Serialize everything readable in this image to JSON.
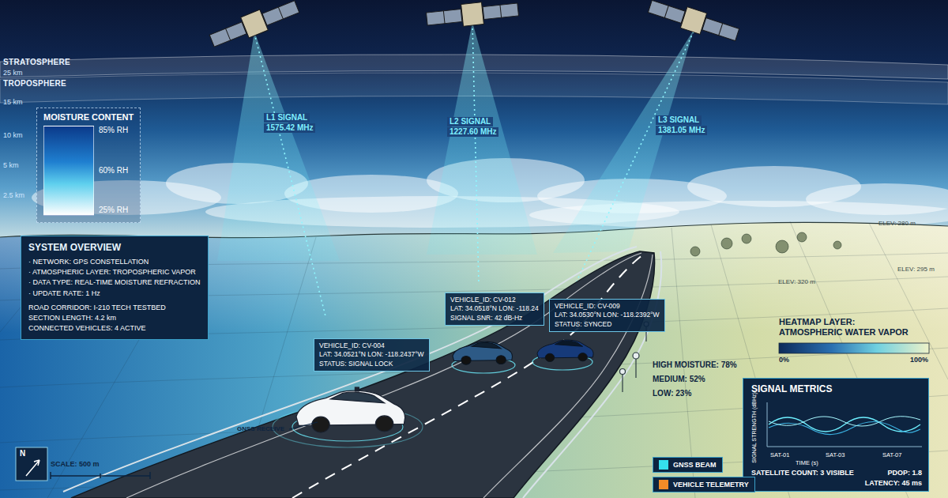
{
  "diagram": {
    "nodes": [
      {
        "text": [
          "MOISTURE CONTENT",
          "85% RH",
          "60% RH",
          "25% RH"
        ]
      },
      {
        "text": [
          "SYSTEM OVERVIEW",
          "· NETWORK: GPS CONSTELLATION",
          "· ATMOSPHERIC LAYER: TROPOSPHERIC VAPOR",
          "· DATA TYPE: REAL-TIME MOISTURE REFRACTION",
          "· UPDATE RATE: 1 Hz",
          "ROAD CORRIDOR: I-210 TECH TESTBED",
          "SECTION LENGTH: 4.2 km",
          "CONNECTED VEHICLES: 4 ACTIVE"
        ]
      },
      {
        "text": [
          "VEHICLE_ID: CV-012",
          "LAT: 34.0518°N LON: -118.24",
          "SIGNAL SNR: 42 dB-Hz"
        ]
      },
      {
        "text": [
          "VEHICLE_ID: CV-009",
          "LAT: 34.0530°N LON: -118.2392°W",
          "STATUS: SYNCED"
        ]
      },
      {
        "text": [
          "VEHICLE_ID: CV-004",
          "LAT: 34.0521°N LON: -118.2437°W",
          "STATUS: SIGNAL LOCK"
        ]
      },
      {
        "text": [
          "SIGNAL METRICS",
          "SIGNAL STRENGTH (dBHz)",
          "SAT-01",
          "SAT-03",
          "SAT-07",
          "TIME (s)",
          "SATELLITE COUNT: 3 VISIBLE",
          "PDOP: 1.8",
          "LATENCY: 45 ms"
        ]
      }
    ],
    "labels": [
      "STRATOSPHERE",
      "25 km",
      "TROPOSPHERE",
      "15 km",
      "10 km",
      "5 km",
      "2.5 km",
      "L1 SIGNAL",
      "1575.42 MHz",
      "L2 SIGNAL",
      "1227.60 MHz",
      "L3 SIGNAL",
      "1381.05 MHz",
      "GNSS RECEIVE",
      "ELEV: 280 m",
      "ELEV: 320 m",
      "ELEV: 295 m",
      "HEATMAP LAYER: ATMOSPHERIC WATER VAPOR",
      "0%",
      "100%",
      "HIGH MOISTURE: 78%",
      "MEDIUM: 52%",
      "LOW: 23%",
      "N",
      "SCALE: 500 m"
    ],
    "legend": [
      {
        "text": "GNSS BEAM",
        "color": "#35e0ee"
      },
      {
        "text": "VEHICLE TELEMETRY",
        "color": "#f28c28"
      }
    ]
  }
}
